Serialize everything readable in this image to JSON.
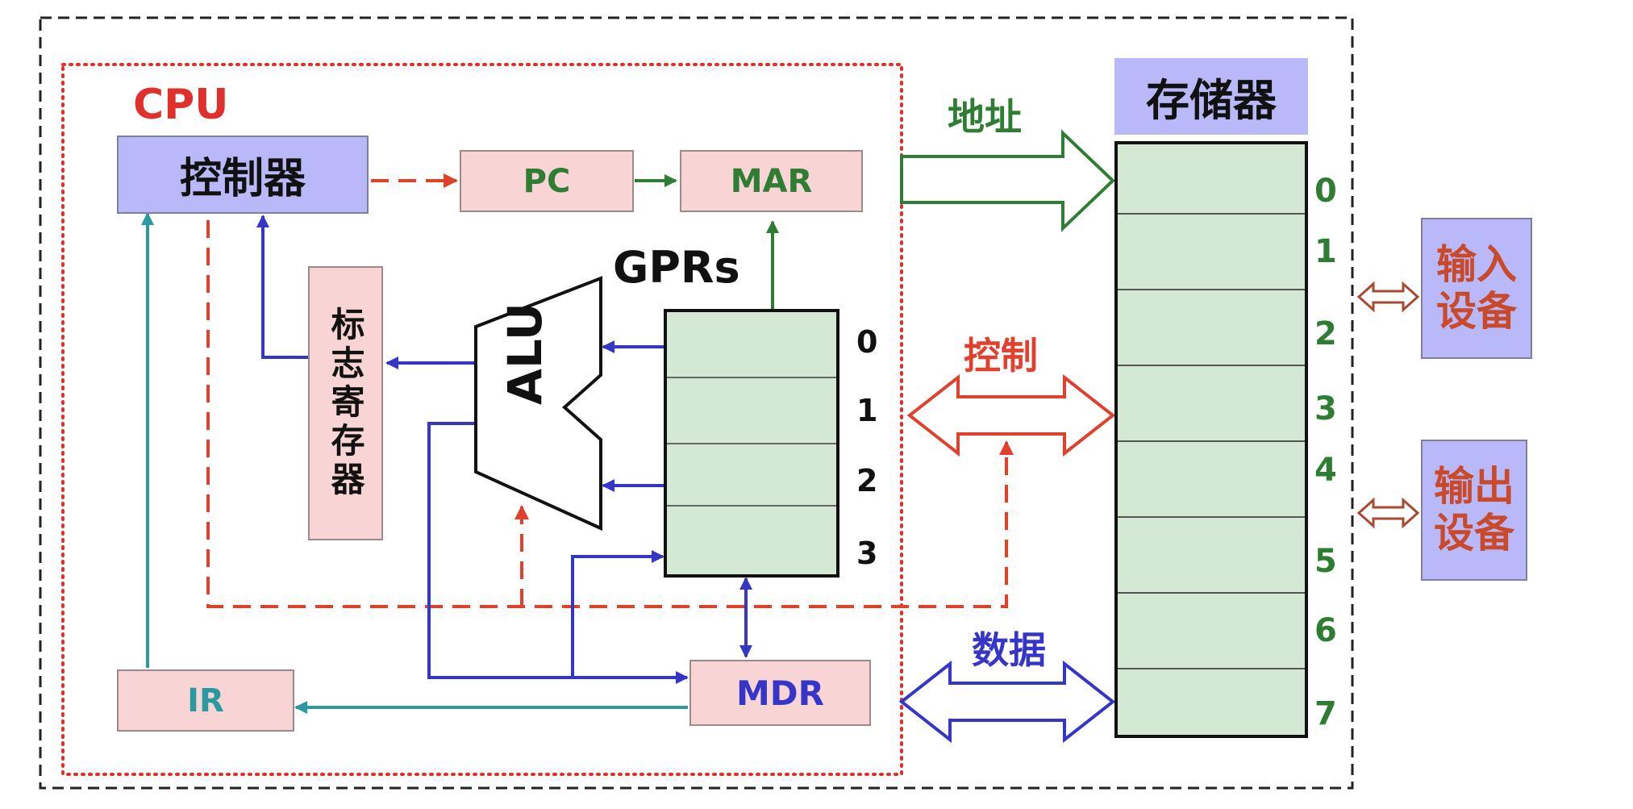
{
  "cpu": {
    "label": "CPU",
    "controller": "控制器",
    "pc": "PC",
    "mar": "MAR",
    "gprs": "GPRs",
    "alu": "ALU",
    "flags": "标志寄存器",
    "ir": "IR",
    "mdr": "MDR",
    "register_indices": [
      "0",
      "1",
      "2",
      "3"
    ]
  },
  "bus": {
    "address": "地址",
    "control": "控制",
    "data": "数据"
  },
  "memory": {
    "title": "存储器",
    "cell_indices": [
      "0",
      "1",
      "2",
      "3",
      "4",
      "5",
      "6",
      "7"
    ]
  },
  "io": {
    "input": "输入设备",
    "output": "输出设备"
  },
  "colors": {
    "cpu_border": "#e0302c",
    "address_bus": "#2e7d32",
    "control_bus": "#e0402c",
    "data_bus": "#3535c8",
    "ir_path": "#2a9aa0",
    "flags_path": "#3535c8",
    "box_pink": "#f9d4d4",
    "box_lavender": "#b9b8f8",
    "box_mint": "#d3e9d4"
  }
}
